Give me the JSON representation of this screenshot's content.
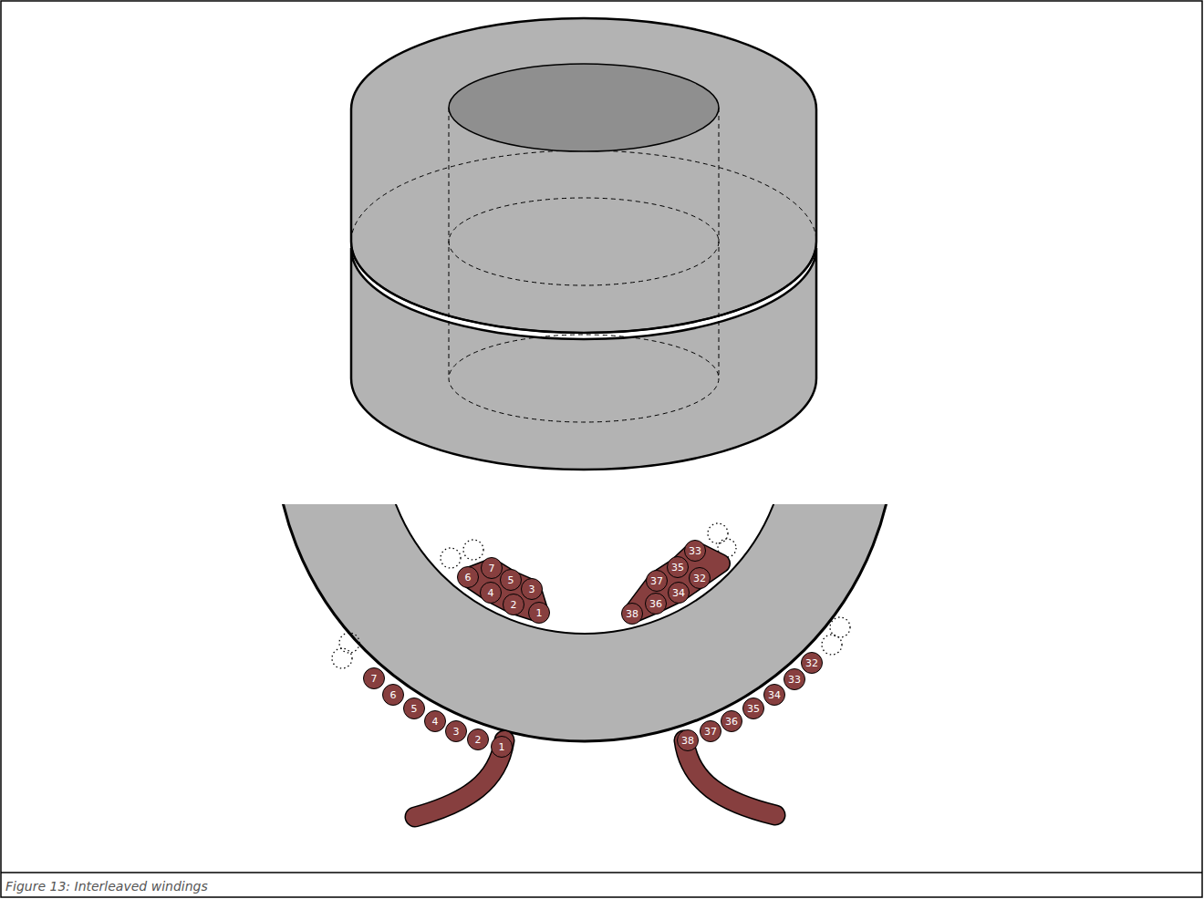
{
  "diagram": {
    "caption": "Figure 13: Interleaved windings",
    "nodes": [
      {
        "text": [
          "1"
        ]
      },
      {
        "text": [
          "2"
        ]
      },
      {
        "text": [
          "3"
        ]
      },
      {
        "text": [
          "4"
        ]
      },
      {
        "text": [
          "5"
        ]
      },
      {
        "text": [
          "6"
        ]
      },
      {
        "text": [
          "7"
        ]
      },
      {
        "text": [
          "32"
        ]
      },
      {
        "text": [
          "33"
        ]
      },
      {
        "text": [
          "34"
        ]
      },
      {
        "text": [
          "35"
        ]
      },
      {
        "text": [
          "36"
        ]
      },
      {
        "text": [
          "37"
        ]
      },
      {
        "text": [
          "38"
        ]
      },
      {
        "text": [
          "1"
        ]
      },
      {
        "text": [
          "2"
        ]
      },
      {
        "text": [
          "3"
        ]
      },
      {
        "text": [
          "4"
        ]
      },
      {
        "text": [
          "5"
        ]
      },
      {
        "text": [
          "6"
        ]
      },
      {
        "text": [
          "7"
        ]
      },
      {
        "text": [
          "32"
        ]
      },
      {
        "text": [
          "33"
        ]
      },
      {
        "text": [
          "34"
        ]
      },
      {
        "text": [
          "35"
        ]
      },
      {
        "text": [
          "36"
        ]
      },
      {
        "text": [
          "37"
        ]
      },
      {
        "text": [
          "38"
        ]
      }
    ]
  }
}
